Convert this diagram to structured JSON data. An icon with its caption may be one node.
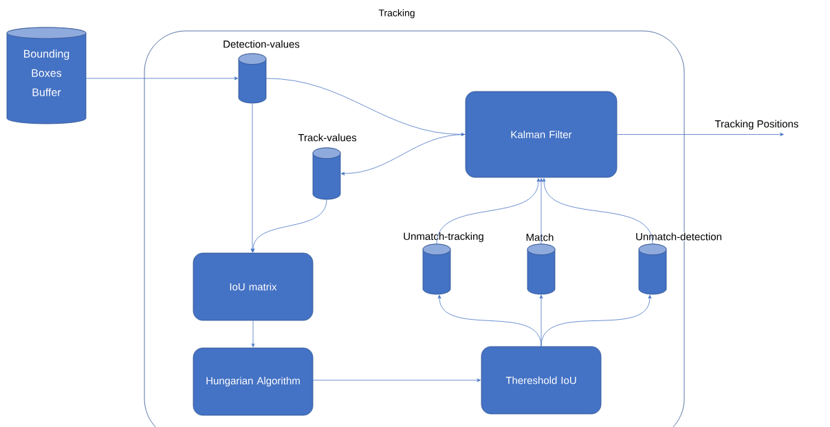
{
  "diagram": {
    "nodes": [
      {
        "text": [
          "Tracking"
        ]
      },
      {
        "text": [
          "Bounding Boxes Buffer"
        ]
      },
      {
        "text": [
          "Detection-values"
        ],
        "in": 0
      },
      {
        "text": [
          "Track-values"
        ],
        "in": 0
      },
      {
        "text": [
          "Kalman Filter"
        ],
        "in": 0
      },
      {
        "text": [
          "IoU matrix"
        ],
        "in": 0
      },
      {
        "text": [
          "Hungarian Algorithm"
        ],
        "in": 0
      },
      {
        "text": [
          "Thereshold IoU"
        ],
        "in": 0
      },
      {
        "text": [
          "Unmatch-tracking"
        ],
        "in": 0
      },
      {
        "text": [
          "Match"
        ],
        "in": 0
      },
      {
        "text": [
          "Unmatch-detection"
        ],
        "in": 0
      }
    ],
    "edges": [
      {
        "from": 1,
        "to": 2,
        "arrow": "to"
      },
      {
        "from": 2,
        "to": 4,
        "arrow": "to"
      },
      {
        "from": 4,
        "to": 3,
        "arrow": "to"
      },
      {
        "from": 2,
        "to": 5,
        "arrow": "to"
      },
      {
        "from": 3,
        "to": 5,
        "arrow": "to"
      },
      {
        "from": 5,
        "to": 6,
        "arrow": "to"
      },
      {
        "from": 6,
        "to": 7,
        "arrow": "to"
      },
      {
        "from": 7,
        "to": 8,
        "arrow": "to"
      },
      {
        "from": 7,
        "to": 9,
        "arrow": "to"
      },
      {
        "from": 7,
        "to": 10,
        "arrow": "to"
      },
      {
        "from": 8,
        "to": 4,
        "arrow": "to"
      },
      {
        "from": 9,
        "to": 4,
        "arrow": "to"
      },
      {
        "from": 10,
        "to": 4,
        "arrow": "to"
      },
      {
        "from": 4,
        "to": null,
        "arrow": "to",
        "label": "Tracking Positions"
      }
    ]
  }
}
